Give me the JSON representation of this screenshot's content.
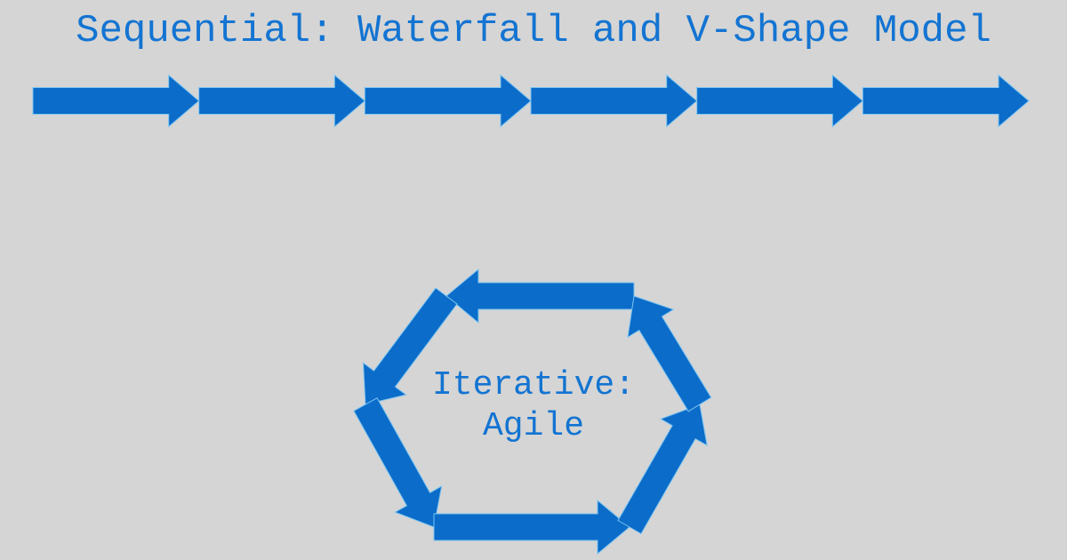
{
  "title": "Sequential: Waterfall and V-Shape Model",
  "sequential": {
    "arrow_count": 6
  },
  "iterative": {
    "line1": "Iterative:",
    "line2": "Agile",
    "arrow_count": 6,
    "direction": "counterclockwise"
  },
  "colors": {
    "background": "#d5d5d5",
    "arrow": "#0b6cc9",
    "arrow_outline": "#7cc4f0",
    "text": "#1374d2"
  }
}
